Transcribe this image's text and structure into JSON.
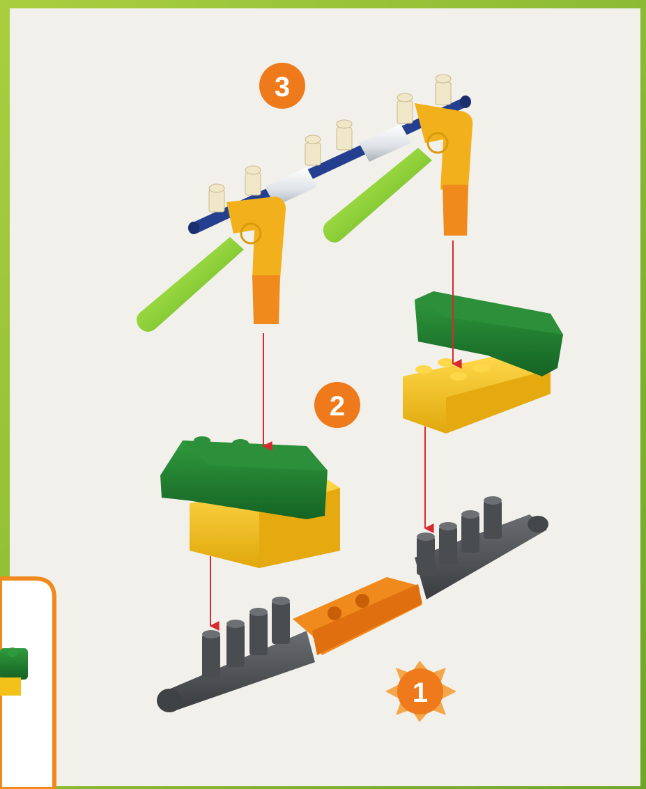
{
  "steps": {
    "one": "1",
    "two": "2",
    "three": "3"
  },
  "colors": {
    "page_border_green": "#8fbf2e",
    "paper": "#f2f0eb",
    "step_badge_orange": "#ee7a1c",
    "step_badge_star": "#f4a64a",
    "brick_green": "#1f7a2e",
    "brick_yellow": "#f2c21b",
    "connector_dark": "#4d5053",
    "connector_orange": "#f08a1c",
    "rod_blue": "#243f8f",
    "tube_white": "#eef0f2",
    "frame_yellow": "#f2b01c",
    "handle_green": "#8fd13a",
    "arrow_red": "#d9282f",
    "inset_orange": "#f08a1c"
  },
  "icons": [
    "step-badge",
    "step-badge-star",
    "down-arrow"
  ]
}
